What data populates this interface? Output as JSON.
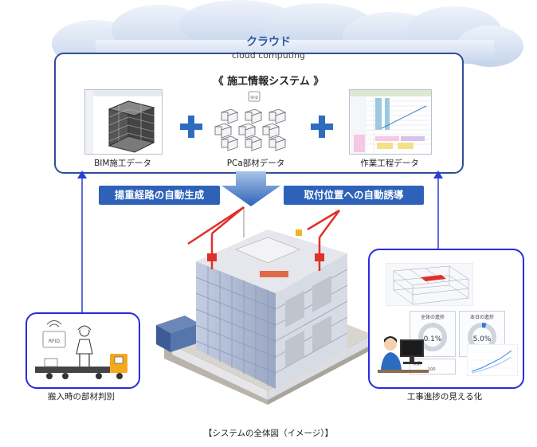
{
  "cloud": {
    "title": "クラウド",
    "subtitle": "cloud computing"
  },
  "system": {
    "title": "《 施工情報システム 》",
    "data_items": [
      {
        "label": "BIM施工データ"
      },
      {
        "label": "PCa部材データ"
      },
      {
        "label": "作業工程データ"
      }
    ],
    "rfid_tag_text": "RFID"
  },
  "flows": {
    "left": "揚重経路の自動生成",
    "right": "取付位置への自動誘導"
  },
  "left_bubble": {
    "label": "搬入時の部材判別",
    "rfid_text": "RFID"
  },
  "right_bubble": {
    "label": "工事進捗の見える化",
    "gauges": [
      {
        "title": "全体の進捗",
        "value": "0.1%",
        "fraction": 0.001
      },
      {
        "title": "本日の進捗",
        "value": "5.0%",
        "fraction": 0.05
      }
    ],
    "small_table": {
      "header": "実績",
      "value": "100"
    }
  },
  "caption": "【システムの全体図（イメージ）】",
  "colors": {
    "panel_border": "#2f4e96",
    "banner": "#2d62b8",
    "bubble_border": "#2b2bdc",
    "plus": "#2f6cc0",
    "crane": "#e0302a"
  }
}
